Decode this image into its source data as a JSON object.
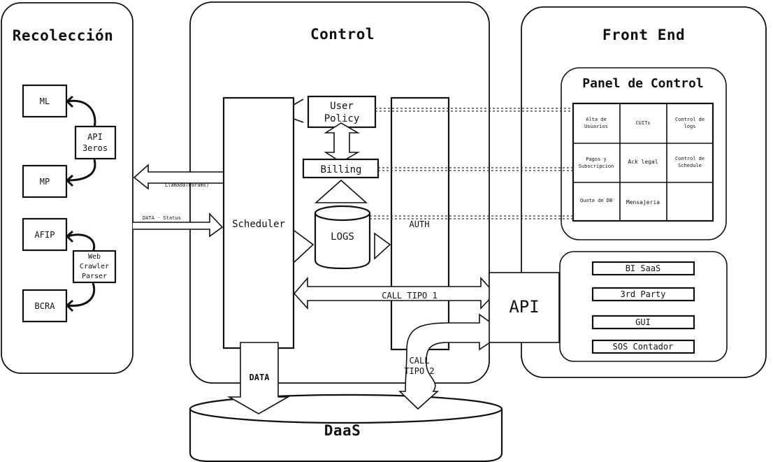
{
  "sections": {
    "recoleccion": "Recolección",
    "control": "Control",
    "frontend": "Front End"
  },
  "recoleccion": {
    "ml": "ML",
    "mp": "MP",
    "afip": "AFIP",
    "bcra": "BCRA",
    "api_terceros": [
      "API",
      "3eros"
    ],
    "web_crawler": [
      "Web",
      "Crawler",
      "Parser"
    ]
  },
  "connections": {
    "llamada": "Llamada(Params)",
    "data_status": "DATA - Status"
  },
  "control": {
    "scheduler": "Scheduler",
    "user_policy": [
      "User",
      "Policy"
    ],
    "billing": "Billing",
    "logs": "LOGS",
    "auth": "AUTH",
    "call_tipo_1": "CALL TIPO 1",
    "call_tipo_2": [
      "CALL",
      "TIPO 2"
    ],
    "data": "DATA",
    "api": "API"
  },
  "panel": {
    "title": "Panel de Control",
    "cells": [
      [
        "Alta de",
        "Usuarios"
      ],
      [
        "CUITs"
      ],
      [
        "Control de",
        "logs"
      ],
      [
        "Pagos y",
        "Subscripcion"
      ],
      [
        "Ack legal"
      ],
      [
        "Control de",
        "Schedule"
      ],
      [
        "Quota de DB"
      ],
      [
        "Mensajeria"
      ],
      []
    ]
  },
  "clients": [
    "BI SaaS",
    "3rd Party",
    "GUI",
    "SOS Contador"
  ],
  "daas": "DaaS"
}
